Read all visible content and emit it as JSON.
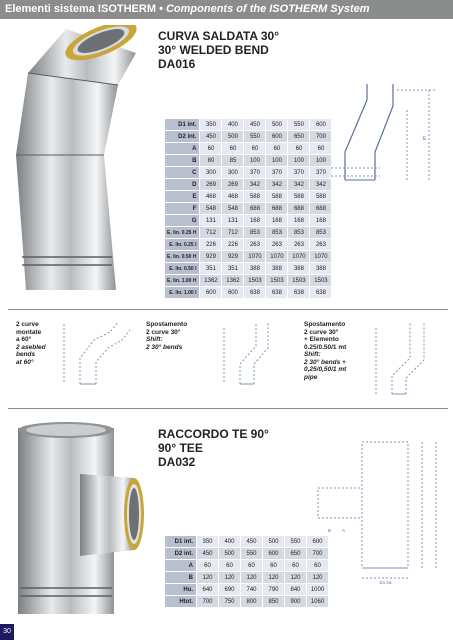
{
  "header": {
    "title_main": "Elementi sistema ISOTHERM",
    "separator": "•",
    "title_italic": "Components of the ISOTHERM System"
  },
  "bend": {
    "title": "CURVA SALDATA 30°",
    "title_en": "30° WELDED BEND",
    "code": "DA016",
    "rows": [
      {
        "label": "D1 int.",
        "values": [
          "350",
          "400",
          "450",
          "500",
          "550",
          "600"
        ]
      },
      {
        "label": "D2 int.",
        "values": [
          "450",
          "500",
          "550",
          "600",
          "650",
          "700"
        ]
      },
      {
        "label": "A",
        "values": [
          "60",
          "60",
          "60",
          "60",
          "60",
          "60"
        ]
      },
      {
        "label": "B",
        "values": [
          "80",
          "85",
          "100",
          "100",
          "100",
          "100"
        ]
      },
      {
        "label": "C",
        "values": [
          "300",
          "300",
          "370",
          "370",
          "370",
          "370"
        ]
      },
      {
        "label": "D",
        "values": [
          "269",
          "269",
          "342",
          "342",
          "342",
          "342"
        ]
      },
      {
        "label": "E",
        "values": [
          "468",
          "468",
          "588",
          "588",
          "588",
          "588"
        ]
      },
      {
        "label": "F",
        "values": [
          "548",
          "548",
          "688",
          "688",
          "688",
          "688"
        ]
      },
      {
        "label": "G",
        "values": [
          "131",
          "131",
          "168",
          "168",
          "168",
          "168"
        ]
      },
      {
        "label": "E. lin. 0.25 H",
        "values": [
          "712",
          "712",
          "853",
          "853",
          "853",
          "853"
        ]
      },
      {
        "label": "E. lin. 0.25 I",
        "values": [
          "226",
          "226",
          "263",
          "263",
          "263",
          "263"
        ]
      },
      {
        "label": "E. lin. 0.50 H",
        "values": [
          "929",
          "929",
          "1070",
          "1070",
          "1070",
          "1070"
        ]
      },
      {
        "label": "E. lin. 0.50 I",
        "values": [
          "351",
          "351",
          "388",
          "388",
          "388",
          "388"
        ]
      },
      {
        "label": "E. lin. 1.00 H",
        "values": [
          "1362",
          "1362",
          "1503",
          "1503",
          "1503",
          "1503"
        ]
      },
      {
        "label": "E. lin. 1.00 I",
        "values": [
          "600",
          "600",
          "638",
          "638",
          "638",
          "638"
        ]
      }
    ],
    "diagram_labels": {
      "c": "C",
      "e": "E"
    }
  },
  "notes": [
    {
      "lines": [
        "2 curve",
        "montate",
        "a 60°"
      ],
      "italic": [
        "2 asebled",
        "bends",
        "at 60°"
      ]
    },
    {
      "lines": [
        "Spostamento",
        "2 curve 30°"
      ],
      "italic": [
        "Shift:",
        "2 30° bends"
      ]
    },
    {
      "lines": [
        "Spostamento",
        "2 curve 30°",
        "+ Elemento",
        "0.25/0.50/1 mt"
      ],
      "italic": [
        "Shift:",
        "2 30° bends +",
        "0,25/0,50/1 mt",
        "pipe"
      ]
    }
  ],
  "tee": {
    "title": "RACCORDO TE 90°",
    "title_en": "90° TEE",
    "code": "DA032",
    "rows": [
      {
        "label": "D1 int.",
        "values": [
          "350",
          "400",
          "450",
          "500",
          "550",
          "600"
        ]
      },
      {
        "label": "D2 int.",
        "values": [
          "450",
          "500",
          "550",
          "600",
          "650",
          "700"
        ]
      },
      {
        "label": "A",
        "values": [
          "60",
          "60",
          "60",
          "60",
          "60",
          "60"
        ]
      },
      {
        "label": "B",
        "values": [
          "120",
          "120",
          "120",
          "120",
          "120",
          "120"
        ]
      },
      {
        "label": "Hu.",
        "values": [
          "640",
          "690",
          "740",
          "790",
          "840",
          "1000"
        ]
      },
      {
        "label": "Htot.",
        "values": [
          "700",
          "750",
          "800",
          "850",
          "900",
          "1060"
        ]
      }
    ],
    "diagram_labels": {
      "d1": "D1 int.",
      "b": "B",
      "a": "A"
    }
  },
  "page_number": "30"
}
